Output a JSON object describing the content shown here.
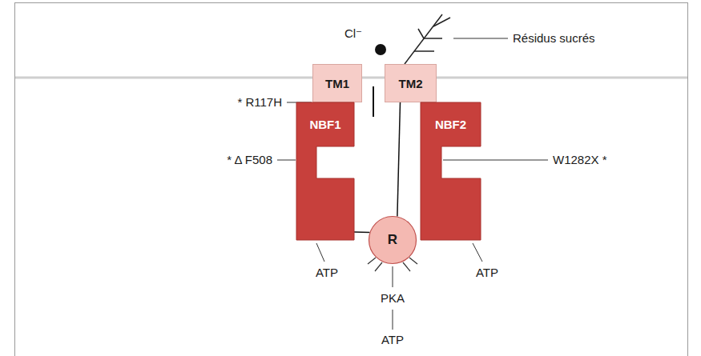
{
  "diagram": {
    "nodes": [
      {
        "text": [
          "TM1"
        ]
      },
      {
        "text": [
          "TM2"
        ]
      },
      {
        "text": [
          "NBF1"
        ]
      },
      {
        "text": [
          "NBF2"
        ]
      },
      {
        "text": [
          "R"
        ]
      }
    ],
    "edges": [
      {
        "from": 2,
        "to": 4,
        "arrow": "none"
      },
      {
        "from": 4,
        "to": 1,
        "arrow": "none"
      }
    ],
    "labels": [
      "Cl⁻",
      "Résidus sucrés",
      "* R117H",
      "* Δ F508",
      "W1282X *",
      "ATP",
      "ATP",
      "PKA",
      "ATP"
    ]
  }
}
